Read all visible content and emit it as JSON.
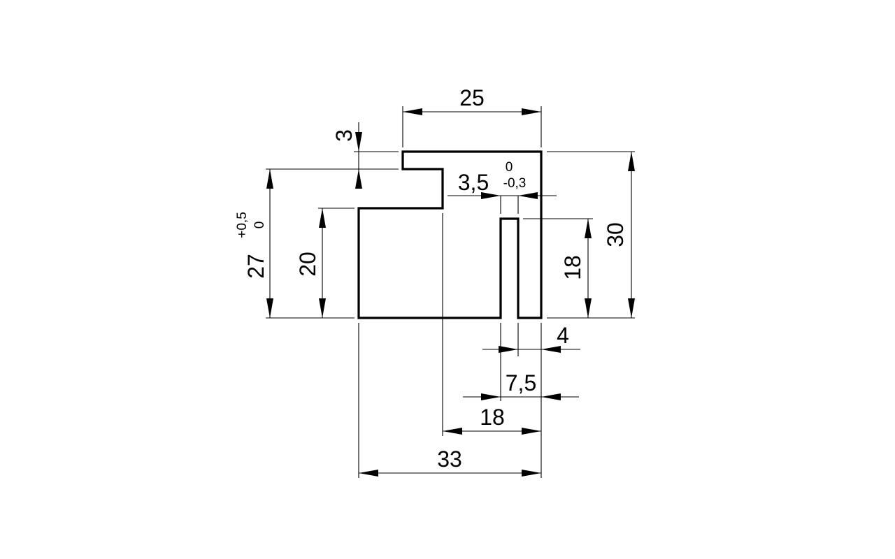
{
  "drawing": {
    "dimensions": {
      "width_top": "25",
      "lip_thickness": "3",
      "lip_offset": "3,5",
      "lip_offset_tol_upper": "0",
      "lip_offset_tol_lower": "-0,3",
      "height_total": "30",
      "height_inner": "27",
      "height_inner_tol_upper": "+0,5",
      "height_inner_tol_lower": "0",
      "height_left": "20",
      "slot_depth": "18",
      "slot_wall": "4",
      "slot_position": "7,5",
      "step_width": "18",
      "width_total": "33"
    }
  }
}
